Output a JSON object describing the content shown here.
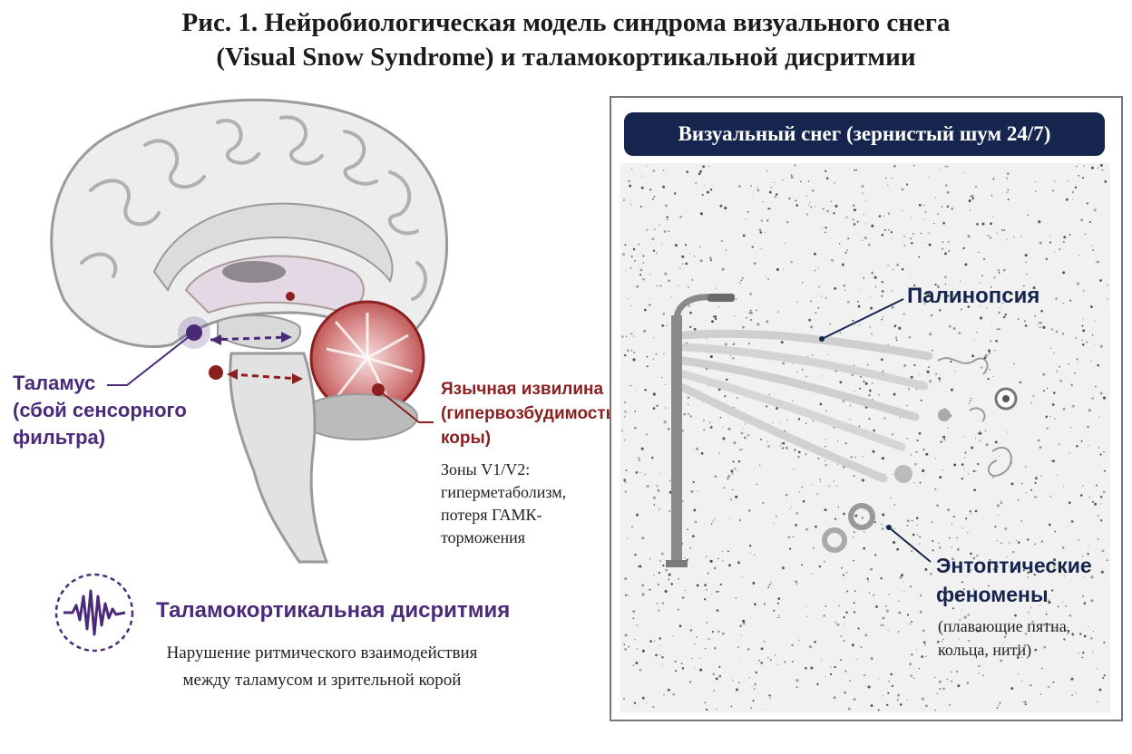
{
  "title": {
    "line1": "Рис. 1. Нейробиологическая модель синдрома визуального снега",
    "line2": "(Visual Snow Syndrome) и таламокортикальной дисритмии"
  },
  "thalamus": {
    "line1": "Таламус",
    "line2": "(сбой сенсорного",
    "line3": "фильтра)"
  },
  "lingual_gyrus": {
    "line1": "Язычная извилина",
    "line2": "(гипервозбудимость",
    "line3": "коры)"
  },
  "zones": {
    "line1": "Зоны V1/V2:",
    "line2": "гиперметаболизм,",
    "line3": "потеря ГАМК-",
    "line4": "торможения"
  },
  "dysrhythmia": {
    "title": "Таламокортикальная дисритмия",
    "desc_line1": "Нарушение ритмического взаимодействия",
    "desc_line2": "между таламусом и зрительной корой"
  },
  "panel": {
    "header": "Визуальный снег (зернистый шум 24/7)",
    "palinopsia": "Палинопсия",
    "entoptic_line1": "Энтоптические",
    "entoptic_line2": "феномены",
    "entoptic_sub_line1": "(плавающие пятна,",
    "entoptic_sub_line2": "кольца, нити)"
  },
  "colors": {
    "thalamus": "#4b2a7a",
    "cortex": "#8c2020",
    "panel_header": "#16254d"
  }
}
